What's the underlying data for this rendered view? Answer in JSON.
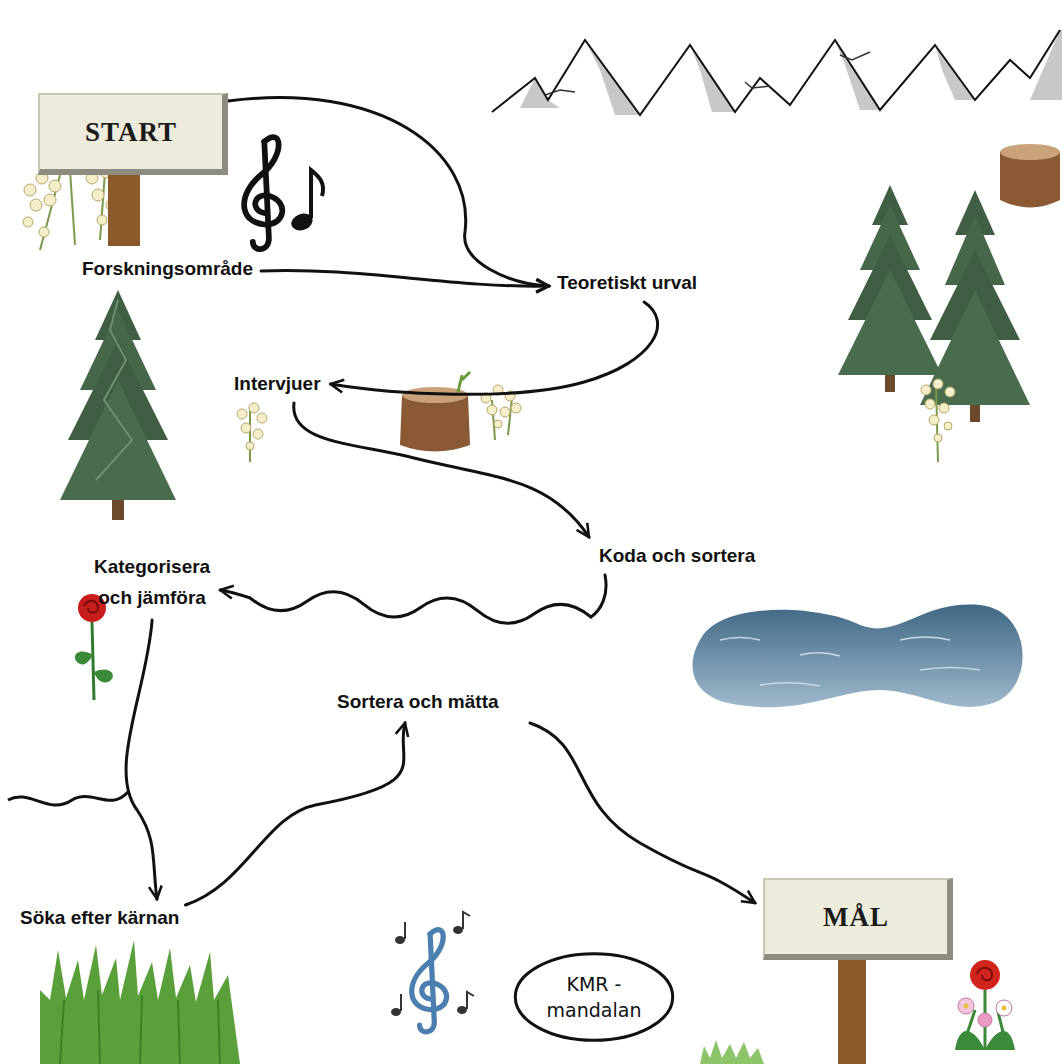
{
  "diagram": {
    "nodes": [
      {
        "text": [
          "START"
        ]
      },
      {
        "text": [
          "Forskningsområde"
        ]
      },
      {
        "text": [
          "Teoretiskt urval"
        ]
      },
      {
        "text": [
          "Intervjuer"
        ]
      },
      {
        "text": [
          "Koda och sortera"
        ]
      },
      {
        "text": [
          "Kategorisera och jämföra"
        ]
      },
      {
        "text": [
          "Sortera och mätta"
        ]
      },
      {
        "text": [
          "Söka efter kärnan"
        ]
      },
      {
        "text": [
          "KMR - mandalan"
        ]
      },
      {
        "text": [
          "MÅL"
        ]
      }
    ],
    "edges": [
      {
        "from": 0,
        "to": 2,
        "arrow": "to"
      },
      {
        "from": 1,
        "to": 2,
        "arrow": "to"
      },
      {
        "from": 2,
        "to": 3,
        "arrow": "to"
      },
      {
        "from": 3,
        "to": 4,
        "arrow": "to"
      },
      {
        "from": 4,
        "to": 5,
        "arrow": "to"
      },
      {
        "from": 5,
        "to": 7,
        "arrow": "to"
      },
      {
        "from": 7,
        "to": 6,
        "arrow": "to"
      },
      {
        "from": 6,
        "to": 9,
        "arrow": "to"
      }
    ]
  }
}
